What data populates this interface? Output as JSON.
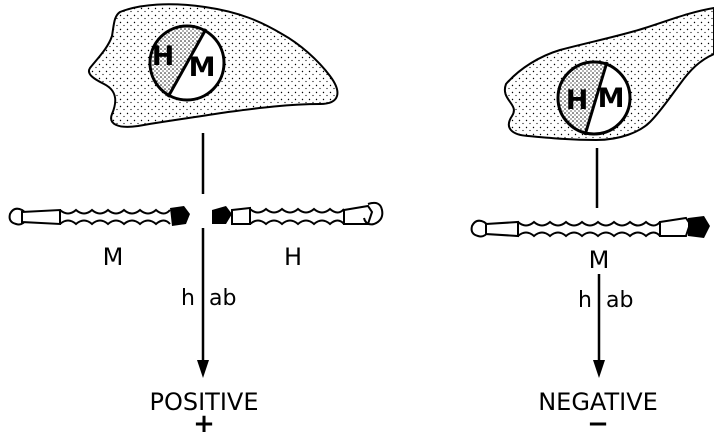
{
  "left_panel": {
    "nucleus_labels": [
      "H",
      "M"
    ],
    "chromosome_labels": [
      "M",
      "H"
    ],
    "probe_labels": [
      "h",
      "ab"
    ],
    "result": "POSITIVE",
    "result_sign": "+"
  },
  "right_panel": {
    "nucleus_labels": [
      "H",
      "M"
    ],
    "chromosome_label": "M",
    "probe_labels": [
      "h",
      "ab"
    ],
    "result": "NEGATIVE",
    "result_sign": "−"
  },
  "colors": {
    "ink": "#000000",
    "background": "#ffffff"
  }
}
